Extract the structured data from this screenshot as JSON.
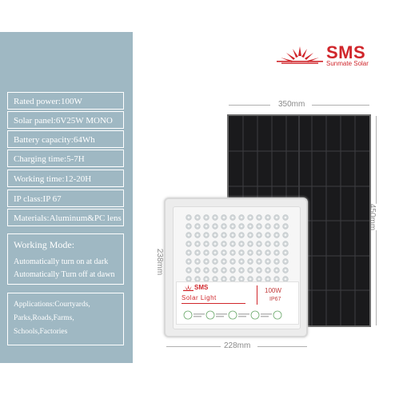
{
  "specs": [
    "Rated power:100W",
    "Solar panel:6V25W MONO",
    "Battery capacity:64Wh",
    "Charging time:5-7H",
    "Working time:12-20H",
    "IP class:IP 67",
    "Materials:Aluminum&PC lens"
  ],
  "working_mode": {
    "heading": "Working Mode:",
    "lines": [
      "Automatically turn on at dark",
      "Automatically Turn off  at dawn"
    ]
  },
  "applications": {
    "lines": [
      "Applications:Courtyards,",
      "Parks,Roads,Farms,",
      "Schools,Factories"
    ]
  },
  "logo": {
    "brand": "SMS",
    "tagline": "Sunmate Solar"
  },
  "dimensions": {
    "panel_width": "350mm",
    "panel_height": "450mm",
    "light_height": "238mm",
    "light_width": "228mm"
  },
  "product_label": {
    "brand": "SMS",
    "title": "Solar  Light",
    "power": "100W",
    "ip": "IP67"
  },
  "colors": {
    "sidebar": "#9fb8c3",
    "brand_red": "#d0262b",
    "panel": "#1a1a1c"
  }
}
